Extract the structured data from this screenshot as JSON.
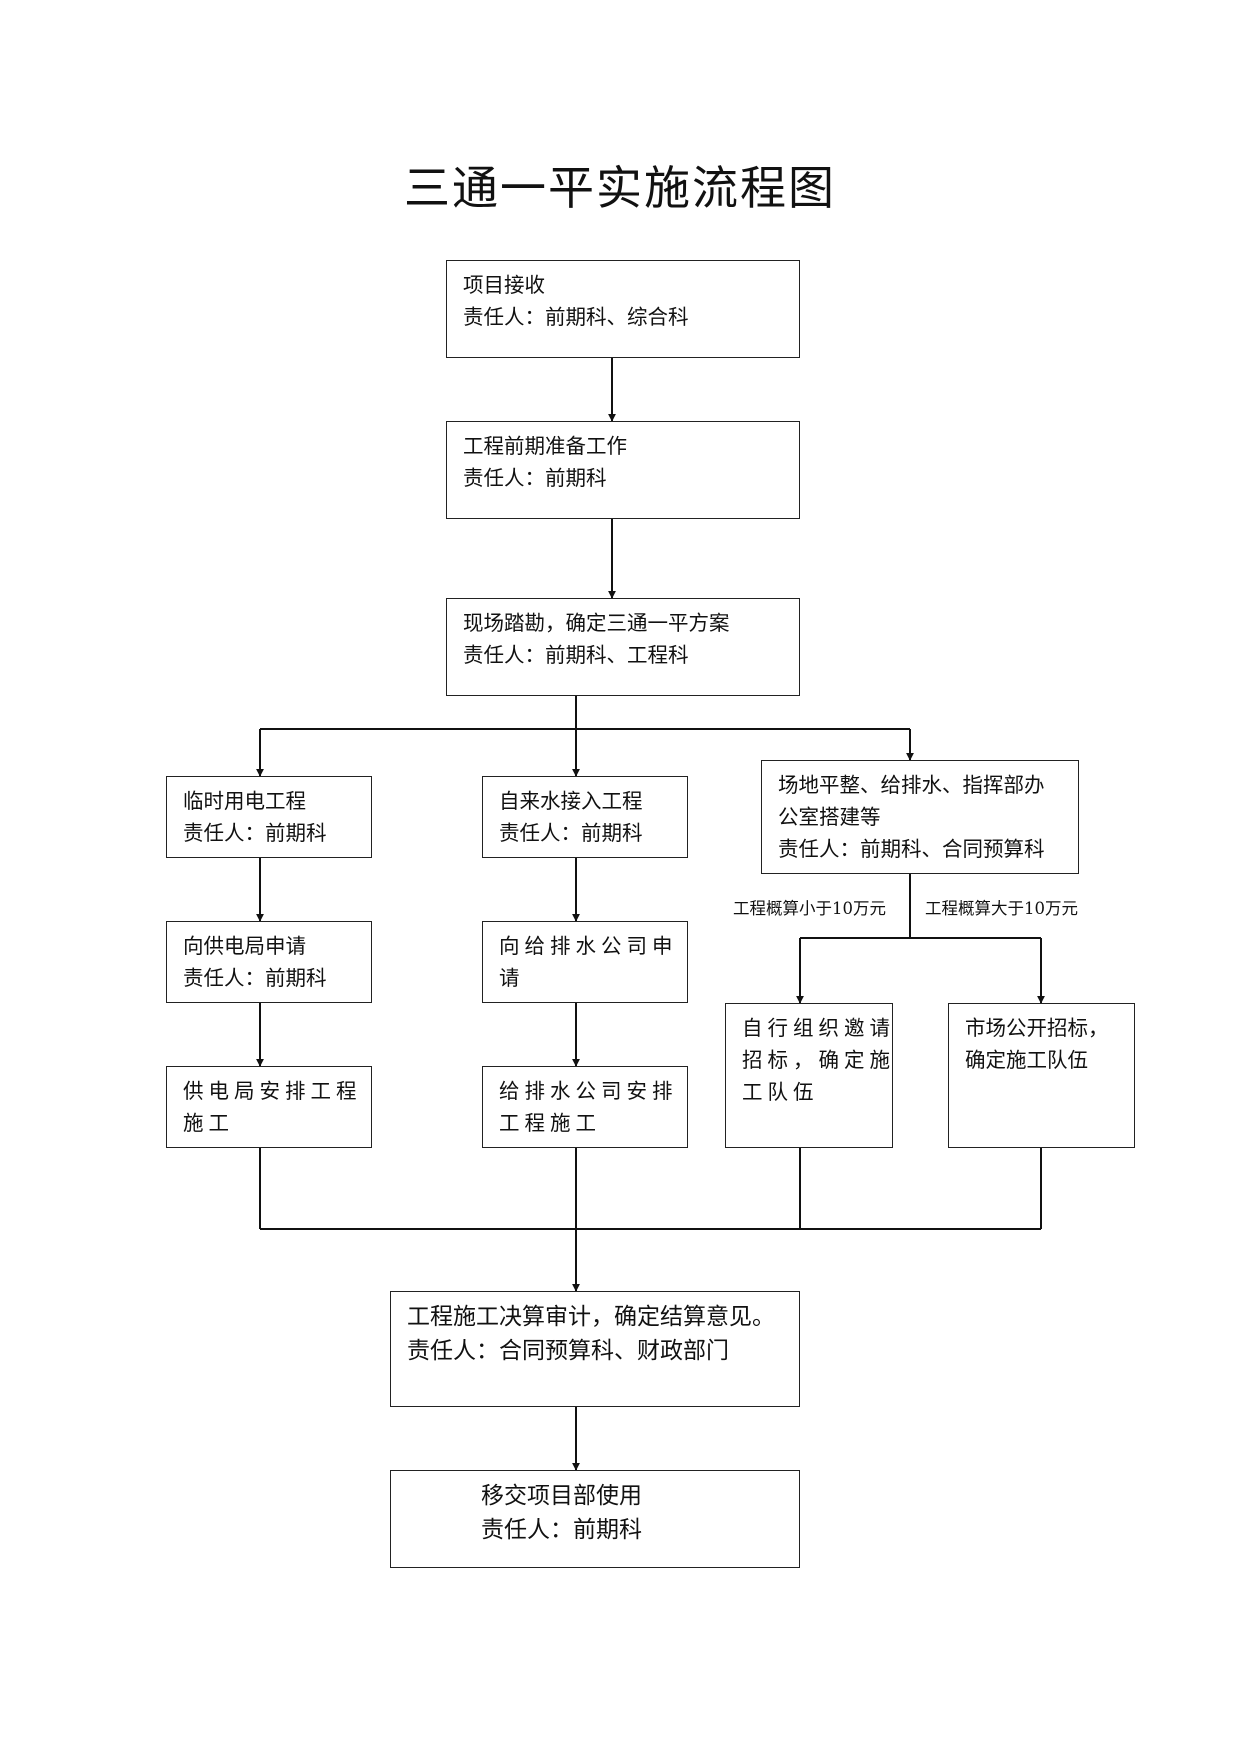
{
  "title": "三通一平实施流程图",
  "boxes": {
    "receive": {
      "line1": "项目接收",
      "line2": "责任人：前期科、综合科"
    },
    "prep": {
      "line1": "工程前期准备工作",
      "line2": "责任人：前期科"
    },
    "survey": {
      "line1": "现场踏勘，确定三通一平方案",
      "line2": "责任人：前期科、工程科"
    },
    "temp_power": {
      "line1": "临时用电工程",
      "line2": "责任人：前期科"
    },
    "water": {
      "line1": "自来水接入工程",
      "line2": "责任人：前期科"
    },
    "site": {
      "line1": "场地平整、给排水、指挥部办",
      "line2": "公室搭建等",
      "line3": "责任人：前期科、合同预算科"
    },
    "power_apply": {
      "line1": "向供电局申请",
      "line2": "责任人：前期科"
    },
    "water_apply": {
      "line1": "向给排水公司申",
      "line2": "请"
    },
    "self_invite": {
      "line1": "自行组织邀请",
      "line2": "招标，确定施",
      "line3": "工队伍"
    },
    "public_tender": {
      "line1": "市场公开招标，",
      "line2": "确定施工队伍"
    },
    "power_build": {
      "line1": "供电局安排工程",
      "line2": "施工"
    },
    "water_build": {
      "line1": "给排水公司安排",
      "line2": "工程施工"
    },
    "audit": {
      "line1": "工程施工决算审计，确定结算意见。",
      "line2": "责任人：合同预算科、财政部门"
    },
    "handover": {
      "line1": "移交项目部使用",
      "line2": "责任人：前期科"
    }
  },
  "conditions": {
    "less": "工程概算小于10万元",
    "more": "工程概算大于10万元"
  }
}
